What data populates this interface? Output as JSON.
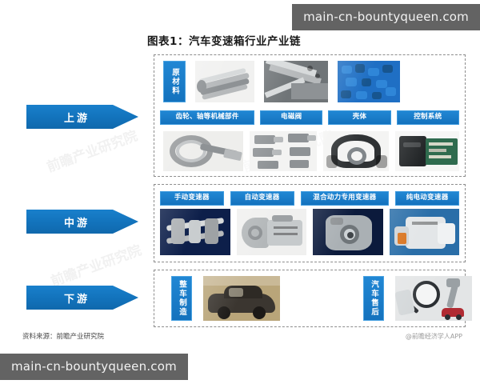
{
  "watermark": {
    "top": "main-cn-bountyqueen.com",
    "bottom": "main-cn-bountyqueen.com",
    "ghost": "前瞻产业研究院"
  },
  "title": "图表1：汽车变速箱行业产业链",
  "tiers": [
    {
      "name": "upstream",
      "label": "上游"
    },
    {
      "name": "midstream",
      "label": "中游"
    },
    {
      "name": "downstream",
      "label": "下游"
    }
  ],
  "upstream": {
    "raw_material_label": "原材料",
    "raw_material_images": [
      {
        "name": "steel-tubes-image",
        "caption": "钢管"
      },
      {
        "name": "aluminum-profiles-image",
        "caption": "铝型材"
      },
      {
        "name": "plastic-pellets-image",
        "caption": "塑料粒子"
      }
    ],
    "components": [
      {
        "label": "齿轮、轴等机械部件",
        "image": "gear-shaft-image"
      },
      {
        "label": "电磁阀",
        "image": "solenoid-valve-image"
      },
      {
        "label": "壳体",
        "image": "transmission-housing-image"
      },
      {
        "label": "控制系统",
        "image": "control-unit-image"
      }
    ]
  },
  "midstream": {
    "products": [
      {
        "label": "手动变速器",
        "image": "manual-transmission-image"
      },
      {
        "label": "自动变速器",
        "image": "automatic-transmission-image"
      },
      {
        "label": "混合动力专用变速器",
        "image": "hybrid-transmission-image"
      },
      {
        "label": "纯电动变速器",
        "image": "ev-transmission-image"
      }
    ]
  },
  "downstream": {
    "segments": [
      {
        "label": "整车制造",
        "image": "vehicle-assembly-image"
      },
      {
        "label": "汽车售后",
        "image": "aftersales-service-image"
      }
    ]
  },
  "footer": {
    "source": "资料来源：前瞻产业研究院",
    "credit": "@前瞻经济学人APP"
  },
  "colors": {
    "arrow_blue": "#1272bb",
    "chip_blue": "#1b7fcb",
    "watermark_bg": "#636363",
    "dash_border": "#8d8d8d"
  }
}
